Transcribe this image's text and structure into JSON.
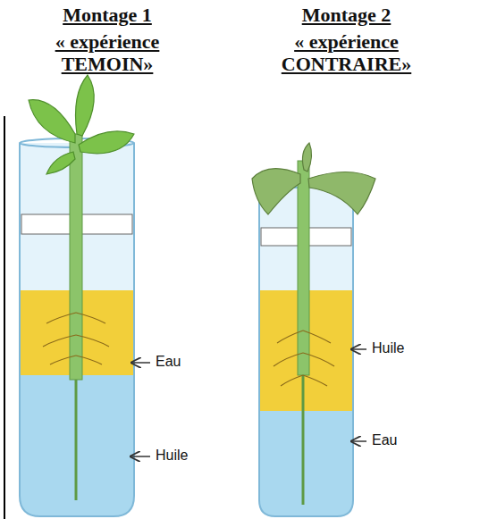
{
  "diagram": {
    "labels": [
      "Montage 1",
      "« expérience TEMOIN»",
      "Montage 2",
      "« expérience CONTRAIRE»",
      "Eau",
      "Huile",
      "Huile",
      "Eau"
    ]
  }
}
